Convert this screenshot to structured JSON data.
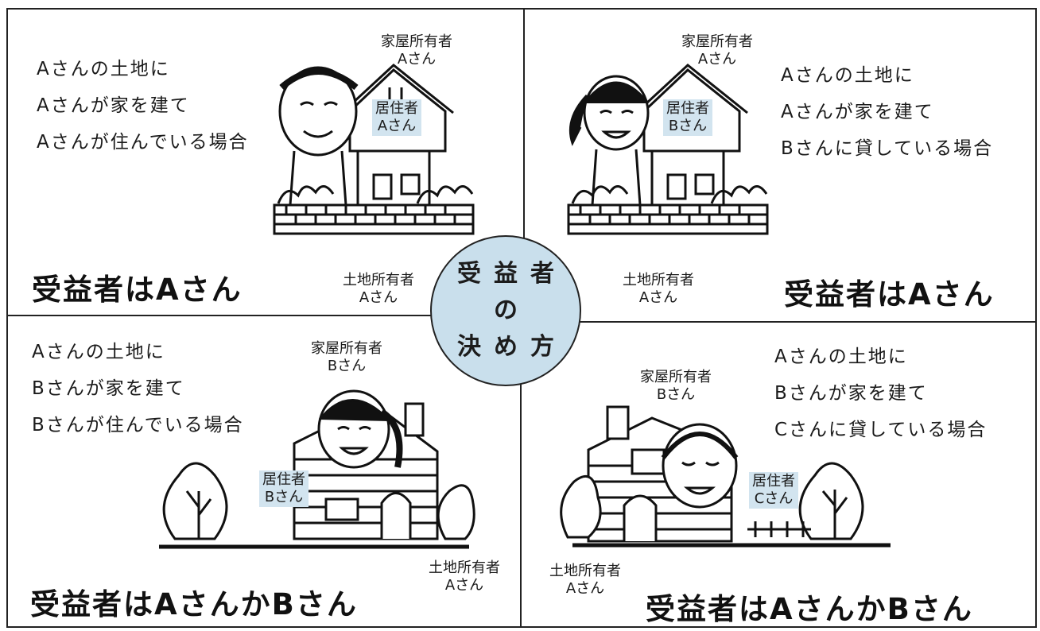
{
  "center": {
    "chars": [
      "受",
      "益",
      "者",
      "",
      "の",
      "",
      "決",
      "め",
      "方"
    ]
  },
  "quadrants": [
    {
      "lines": [
        "Aさんの土地に",
        "Aさんが家を建て",
        "Aさんが住んでいる場合"
      ],
      "house_owner": [
        "家屋所有者",
        "Aさん"
      ],
      "resident": [
        "居住者",
        "Aさん"
      ],
      "land_owner": [
        "土地所有者",
        "Aさん"
      ],
      "beneficiary": "受益者はAさん"
    },
    {
      "lines": [
        "Aさんの土地に",
        "Aさんが家を建て",
        "Bさんに貸している場合"
      ],
      "house_owner": [
        "家屋所有者",
        "Aさん"
      ],
      "resident": [
        "居住者",
        "Bさん"
      ],
      "land_owner": [
        "土地所有者",
        "Aさん"
      ],
      "beneficiary": "受益者はAさん"
    },
    {
      "lines": [
        "Aさんの土地に",
        "Bさんが家を建て",
        "Bさんが住んでいる場合"
      ],
      "house_owner": [
        "家屋所有者",
        "Bさん"
      ],
      "resident": [
        "居住者",
        "Bさん"
      ],
      "land_owner": [
        "土地所有者",
        "Aさん"
      ],
      "beneficiary": "受益者はAさんかBさん"
    },
    {
      "lines": [
        "Aさんの土地に",
        "Bさんが家を建て",
        "Cさんに貸している場合"
      ],
      "house_owner": [
        "家屋所有者",
        "Bさん"
      ],
      "resident": [
        "居住者",
        "Cさん"
      ],
      "land_owner": [
        "土地所有者",
        "Aさん"
      ],
      "beneficiary": "受益者はAさんかBさん"
    }
  ],
  "colors": {
    "accent_fill": "#c9dfec",
    "label_fill": "#d2e4ef",
    "line": "#222222"
  }
}
